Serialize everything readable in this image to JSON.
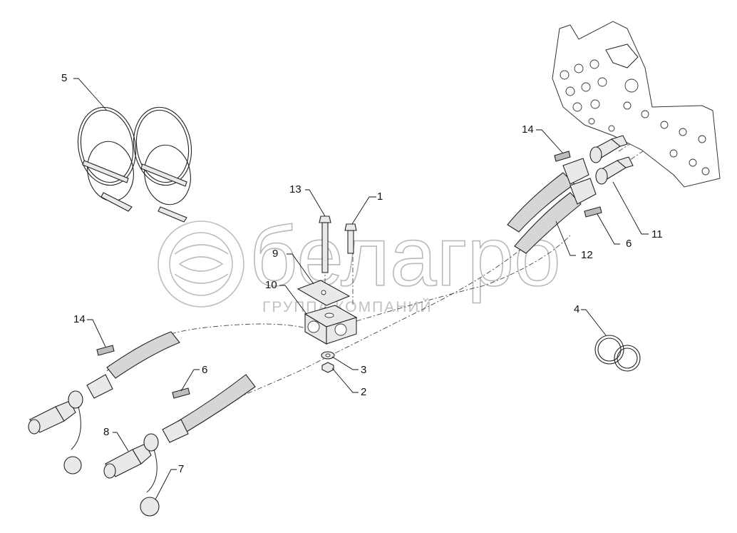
{
  "watermark": {
    "brand": "белагро",
    "subtitle": "ГРУППА КОМПАНИЙ"
  },
  "callouts": [
    {
      "id": "c1",
      "label": "1"
    },
    {
      "id": "c2",
      "label": "2"
    },
    {
      "id": "c3",
      "label": "3"
    },
    {
      "id": "c4",
      "label": "4"
    },
    {
      "id": "c5",
      "label": "5"
    },
    {
      "id": "c6a",
      "label": "6"
    },
    {
      "id": "c6b",
      "label": "6"
    },
    {
      "id": "c7",
      "label": "7"
    },
    {
      "id": "c8",
      "label": "8"
    },
    {
      "id": "c9",
      "label": "9"
    },
    {
      "id": "c10",
      "label": "10"
    },
    {
      "id": "c11",
      "label": "11"
    },
    {
      "id": "c12",
      "label": "12"
    },
    {
      "id": "c13",
      "label": "13"
    },
    {
      "id": "c14a",
      "label": "14"
    },
    {
      "id": "c14b",
      "label": "14"
    }
  ]
}
